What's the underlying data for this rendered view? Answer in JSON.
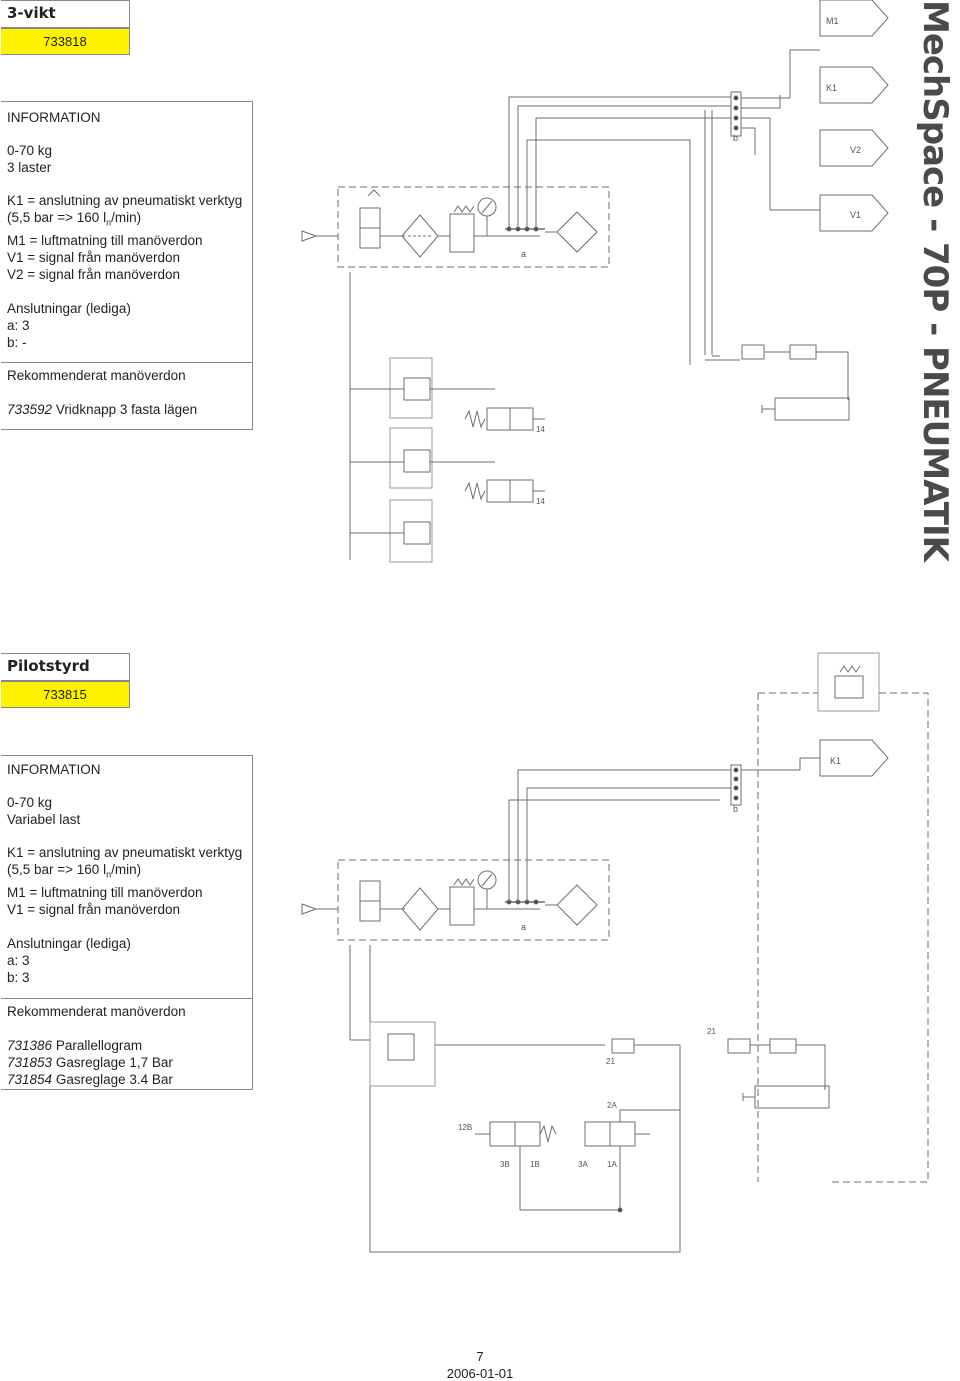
{
  "section1": {
    "title": "3-vikt",
    "code": "733818",
    "info_heading": "INFORMATION",
    "load_range": "0-70 kg",
    "load_desc": "3 laster",
    "k1_line1": "K1 = anslutning av pneumatiskt verktyg",
    "k1_line2_a": "(5,5 bar => 160 l",
    "k1_line2_sub": "n",
    "k1_line2_b": "/min)",
    "m1": "M1 = luftmatning till manöverdon",
    "v1": "V1 = signal från manöverdon",
    "v2": "V2 = signal från manöverdon",
    "connections_heading": "Anslutningar (lediga)",
    "conn_a": "a:   3",
    "conn_b": "b:   -",
    "recommended_heading": "Rekommenderat manöverdon",
    "rec1_code": "733592",
    "rec1_name": " Vridknapp 3 fasta lägen"
  },
  "section2": {
    "title": "Pilotstyrd",
    "code": "733815",
    "info_heading": "INFORMATION",
    "load_range": "0-70 kg",
    "load_desc": "Variabel last",
    "k1_line1": "K1 = anslutning av pneumatiskt verktyg",
    "k1_line2_a": "(5,5 bar => 160 l",
    "k1_line2_sub": "n",
    "k1_line2_b": "/min)",
    "m1": "M1 = luftmatning till manöverdon",
    "v1": "V1 = signal från manöverdon",
    "connections_heading": "Anslutningar (lediga)",
    "conn_a": "a:   3",
    "conn_b": "b:   3",
    "recommended_heading": "Rekommenderat manöverdon",
    "rec1_code": "731386",
    "rec1_name": " Parallellogram",
    "rec2_code": "731853",
    "rec2_name": " Gasreglage 1,7 Bar",
    "rec3_code": "731854",
    "rec3_name": " Gasreglage 3.4 Bar"
  },
  "brand": "MechSpace - 70P - PNEUMATIK",
  "diagram1_labels": {
    "m1": "M1",
    "k1": "K1",
    "v2": "V2",
    "v1": "V1",
    "manifold_a": "a",
    "manifold_b": "b",
    "port_14": "14"
  },
  "diagram2_labels": {
    "k1": "K1",
    "manifold_a": "a",
    "manifold_b": "b",
    "l_12b": "12B",
    "l_3b": "3B",
    "l_1b": "1B",
    "l_3a": "3A",
    "l_1a": "1A",
    "l_2a": "2A",
    "l_21a": "21",
    "l_21b": "21"
  },
  "footer": {
    "page": "7",
    "date": "2006-01-01"
  },
  "colors": {
    "accent_yellow": "#fff200",
    "line_gray": "#8a8a8a",
    "text": "#231f20"
  }
}
